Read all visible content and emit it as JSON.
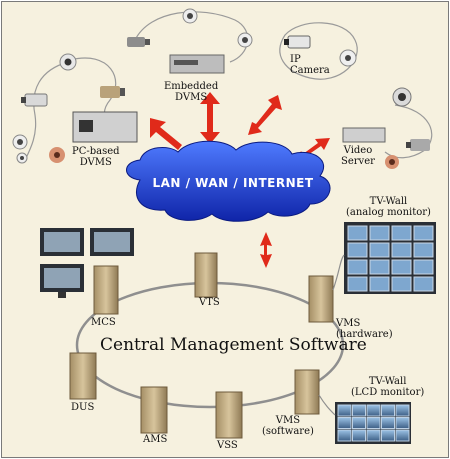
{
  "labels": {
    "embedded_dvms": "Embedded\nDVMS",
    "ip_camera": "IP\nCamera",
    "pc_dvms": "PC-based\nDVMS",
    "video_server": "Video\nServer",
    "network": "LAN / WAN / INTERNET",
    "tvwall_analog": "TV-Wall\n(analog monitor)",
    "tvwall_lcd": "TV-Wall\n(LCD monitor)",
    "vts": "VTS",
    "mcs": "MCS",
    "vms_hw": "VMS\n(hardware)",
    "vms_sw": "VMS\n(software)",
    "central": "Central Management Software",
    "dus": "DUS",
    "ams": "AMS",
    "vss": "VSS"
  },
  "colors": {
    "background": "#f6f1df",
    "cloud": "#1e3fd0",
    "arrow": "#e02a1a",
    "server": "#c8b48a",
    "monitor": "#2a2f36",
    "ring": "#9a9a9a"
  }
}
